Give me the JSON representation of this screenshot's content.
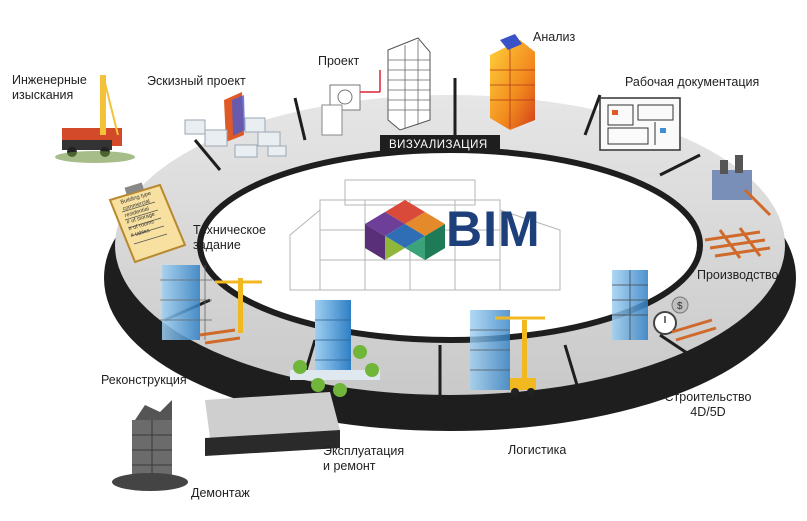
{
  "diagram": {
    "center_label": "BIM",
    "ring_label": "ВИЗУАЛИЗАЦИЯ",
    "stages": [
      {
        "id": "surveys",
        "label_lines": [
          "Инженерные",
          "изыскания"
        ]
      },
      {
        "id": "sketch",
        "label": "Эскизный проект"
      },
      {
        "id": "project",
        "label": "Проект"
      },
      {
        "id": "analysis",
        "label": "Анализ"
      },
      {
        "id": "working-docs",
        "label": "Рабочая документация"
      },
      {
        "id": "production",
        "label": "Производство"
      },
      {
        "id": "construction",
        "label_lines": [
          "Строительство",
          "4D/5D"
        ]
      },
      {
        "id": "logistics",
        "label": "Логистика"
      },
      {
        "id": "operation",
        "label_lines": [
          "Эксплуатация",
          "и ремонт"
        ]
      },
      {
        "id": "dismantling",
        "label": "Демонтаж"
      },
      {
        "id": "reconstruction",
        "label": "Реконструкция"
      },
      {
        "id": "technical-task",
        "label_lines": [
          "Техническое",
          "задание"
        ]
      }
    ],
    "checklist_lines": [
      "Building type",
      "commercial",
      "residential",
      "# of storage",
      "# of rooms",
      "# tables"
    ],
    "colors": {
      "ring_top": "#d9d9d9",
      "ring_side": "#1e1e1e",
      "accent_orange": "#e5742c",
      "accent_blue": "#3f8fd0",
      "bim_blue": "#1d3f7a",
      "dismantling_gray": "#6b6b6b"
    }
  }
}
